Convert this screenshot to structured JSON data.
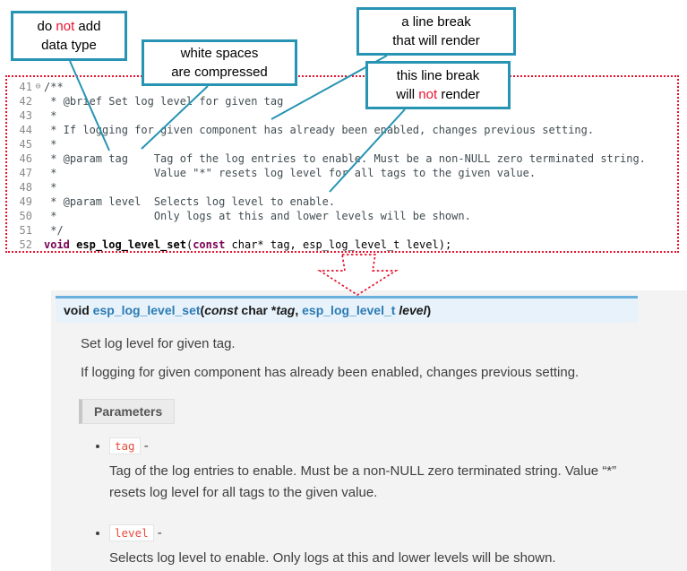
{
  "colors": {
    "callout_border": "#2794b3",
    "connector_teal": "#2794b3",
    "arrow_red": "#e8112d",
    "negative_red": "#e8112d",
    "sig_top_border": "#6ab0de",
    "sig_bg": "#e7f2fa",
    "doc_bg": "#f3f3f3",
    "func_name_blue": "#2c7bb5",
    "param_chip_red": "#e74c3c"
  },
  "callouts": {
    "no_datatype": {
      "part1": "do ",
      "neg": "not",
      "part2": " add",
      "line2": "data type"
    },
    "whitespace": {
      "line1": "white spaces",
      "line2": "are  compressed"
    },
    "break_render": {
      "line1": "a line break",
      "line2": "that will render"
    },
    "break_norender": {
      "line1": "this line break",
      "part1": "will ",
      "neg": "not",
      "part2": " render"
    }
  },
  "code": {
    "fold_icon": "⊖",
    "lines": [
      {
        "num": "41",
        "text": "/**"
      },
      {
        "num": "42",
        "text": " * @brief Set log level for given tag"
      },
      {
        "num": "43",
        "text": " *"
      },
      {
        "num": "44",
        "text": " * If logging for given component has already been enabled, changes previous setting."
      },
      {
        "num": "45",
        "text": " *"
      },
      {
        "num": "46",
        "text": " * @param tag    Tag of the log entries to enable. Must be a non-NULL zero terminated string."
      },
      {
        "num": "47",
        "text": " *               Value \"*\" resets log level for all tags to the given value."
      },
      {
        "num": "48",
        "text": " *"
      },
      {
        "num": "49",
        "text": " * @param level  Selects log level to enable."
      },
      {
        "num": "50",
        "text": " *               Only logs at this and lower levels will be shown."
      },
      {
        "num": "51",
        "text": " */"
      },
      {
        "num": "52",
        "text": ""
      }
    ],
    "line52": {
      "kw1": "void ",
      "name": "esp_log_level_set",
      "open": "(",
      "kw2": "const",
      "rest": " char* tag, esp_log_level_t level);"
    }
  },
  "doc": {
    "signature": {
      "ret": "void ",
      "name": "esp_log_level_set",
      "open": "(",
      "const_kw": "const",
      "char_part": " char *",
      "tag": "tag",
      "comma": ", ",
      "type2": "esp_log_level_t",
      "level": " level",
      "close": ")"
    },
    "p1": "Set log level for given tag.",
    "p2": "If logging for given component has already been enabled, changes previous setting.",
    "params_label": "Parameters",
    "params": [
      {
        "name": "tag",
        "sep": " -",
        "desc": "Tag of the log entries to enable. Must be a non-NULL zero terminated string. Value “*” resets log level for all tags to the given value."
      },
      {
        "name": "level",
        "sep": " -",
        "desc": "Selects log level to enable. Only logs at this and lower levels will be shown."
      }
    ]
  }
}
